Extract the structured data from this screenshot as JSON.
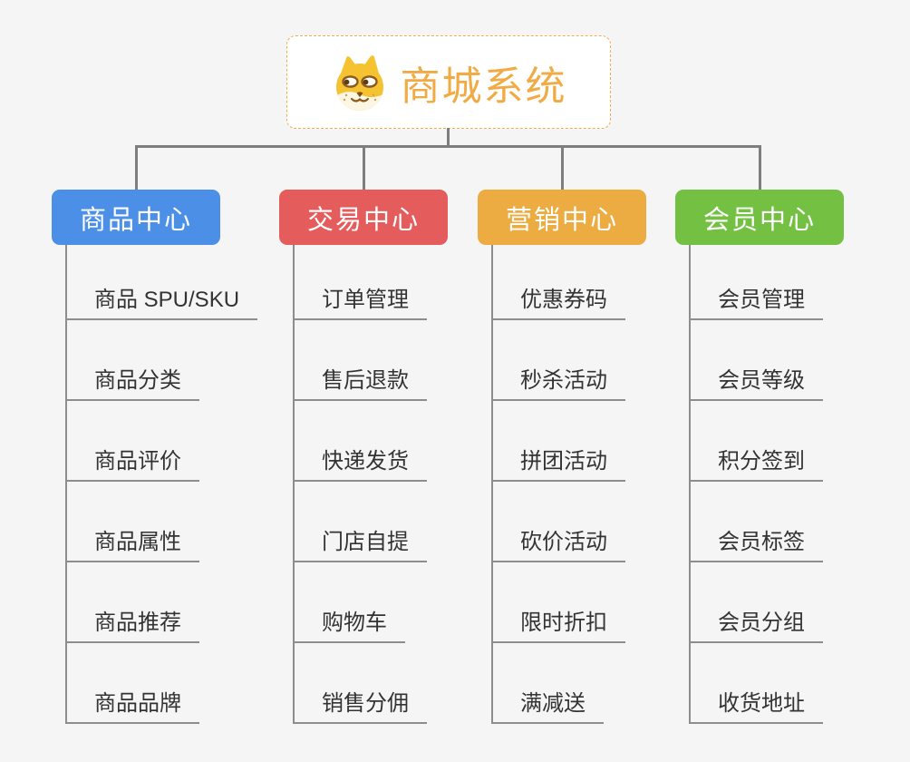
{
  "root": {
    "title": "商城系统",
    "icon": "doge-face-icon",
    "text_color": "#f0ab45",
    "border_color": "#f0ad4e",
    "background": "#ffffff"
  },
  "branches": [
    {
      "label": "商品中心",
      "color": "#4B90E6",
      "children": [
        "商品 SPU/SKU",
        "商品分类",
        "商品评价",
        "商品属性",
        "商品推荐",
        "商品品牌"
      ]
    },
    {
      "label": "交易中心",
      "color": "#E45C5C",
      "children": [
        "订单管理",
        "售后退款",
        "快递发货",
        "门店自提",
        "购物车",
        "销售分佣"
      ]
    },
    {
      "label": "营销中心",
      "color": "#EDAC42",
      "children": [
        "优惠券码",
        "秒杀活动",
        "拼团活动",
        "砍价活动",
        "限时折扣",
        "满减送"
      ]
    },
    {
      "label": "会员中心",
      "color": "#73C043",
      "children": [
        "会员管理",
        "会员等级",
        "积分签到",
        "会员标签",
        "会员分组",
        "收货地址"
      ]
    }
  ],
  "canvas_background": "#f5f5f5",
  "connector_color": "#7e7e7e",
  "underline_color": "#8d8d8d",
  "child_text_color": "#333333"
}
